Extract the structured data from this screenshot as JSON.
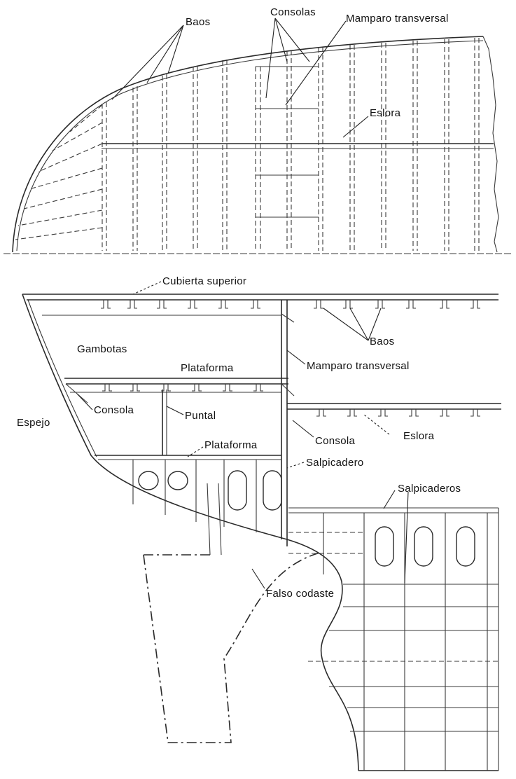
{
  "top_view": {
    "labels": {
      "baos": "Baos",
      "consolas": "Consolas",
      "mamparo": "Mamparo transversal",
      "eslora": "Eslora"
    }
  },
  "side_view": {
    "labels": {
      "cubierta": "Cubierta superior",
      "baos": "Baos",
      "gambotas": "Gambotas",
      "plataforma_1": "Plataforma",
      "mamparo": "Mamparo transversal",
      "espejo": "Espejo",
      "consola_1": "Consola",
      "puntal": "Puntal",
      "consola_2": "Consola",
      "eslora": "Eslora",
      "plataforma_2": "Plataforma",
      "salpicadero": "Salpicadero",
      "salpicaderos": "Salpicaderos",
      "falso_codaste": "Falso codaste"
    }
  }
}
